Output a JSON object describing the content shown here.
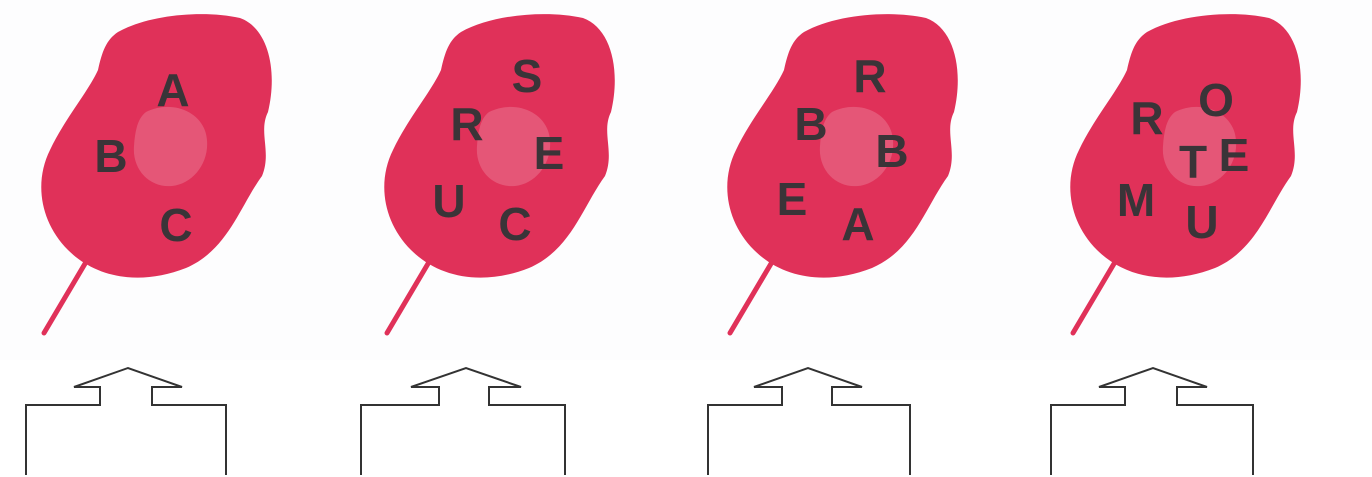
{
  "puzzles": [
    {
      "letters": [
        {
          "char": "A"
        },
        {
          "char": "B"
        },
        {
          "char": "C"
        }
      ],
      "answer": ""
    },
    {
      "letters": [
        {
          "char": "S"
        },
        {
          "char": "R"
        },
        {
          "char": "E"
        },
        {
          "char": "U"
        },
        {
          "char": "C"
        }
      ],
      "answer": ""
    },
    {
      "letters": [
        {
          "char": "R"
        },
        {
          "char": "B"
        },
        {
          "char": "B"
        },
        {
          "char": "E"
        },
        {
          "char": "A"
        }
      ],
      "answer": ""
    },
    {
      "letters": [
        {
          "char": "O"
        },
        {
          "char": "R"
        },
        {
          "char": "T"
        },
        {
          "char": "E"
        },
        {
          "char": "M"
        },
        {
          "char": "U"
        }
      ],
      "answer": ""
    }
  ],
  "colors": {
    "leaf": "#e03159",
    "letter": "#3a3438",
    "outline": "#333333",
    "panel_background": "#fdfdfe"
  },
  "icons": {
    "leaf": "leaf-icon",
    "arrow": "up-arrow-icon"
  }
}
